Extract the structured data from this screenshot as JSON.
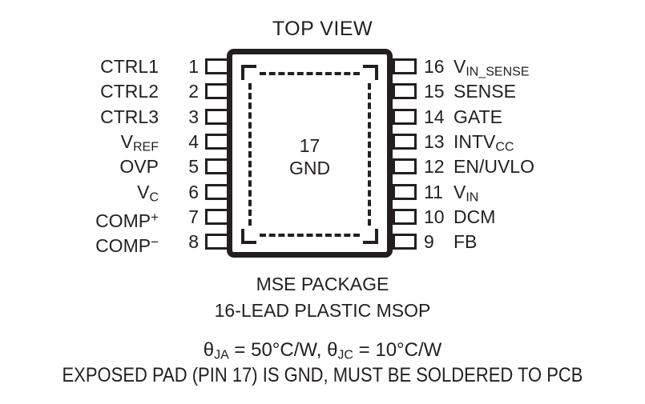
{
  "title": "TOP VIEW",
  "package": {
    "exposed_pad": {
      "pin_number": "17",
      "pin_name": "GND"
    },
    "caption_package": "MSE PACKAGE",
    "caption_leadtype": "16-LEAD PLASTIC MSOP",
    "caption_pad_note": "EXPOSED PAD (PIN 17) IS GND, MUST BE SOLDERED TO PCB",
    "thermal": {
      "theta_ja_symbol": "θ",
      "theta_ja_sub": "JA",
      "theta_ja_value": "= 50°C/W,",
      "theta_jc_symbol": "θ",
      "theta_jc_sub": "JC",
      "theta_jc_value": "= 10°C/W",
      "full_text": "θJA = 50°C/W, θJC = 10°C/W"
    }
  },
  "pins_left": [
    {
      "number": "1",
      "base": "CTRL1",
      "sub": "",
      "sup": ""
    },
    {
      "number": "2",
      "base": "CTRL2",
      "sub": "",
      "sup": ""
    },
    {
      "number": "3",
      "base": "CTRL3",
      "sub": "",
      "sup": ""
    },
    {
      "number": "4",
      "base": "V",
      "sub": "REF",
      "sup": ""
    },
    {
      "number": "5",
      "base": "OVP",
      "sub": "",
      "sup": ""
    },
    {
      "number": "6",
      "base": "V",
      "sub": "C",
      "sup": ""
    },
    {
      "number": "7",
      "base": "COMP",
      "sub": "",
      "sup": "+"
    },
    {
      "number": "8",
      "base": "COMP",
      "sub": "",
      "sup": "−"
    }
  ],
  "pins_right": [
    {
      "number": "16",
      "base": "V",
      "sub": "IN_SENSE",
      "sup": ""
    },
    {
      "number": "15",
      "base": "SENSE",
      "sub": "",
      "sup": ""
    },
    {
      "number": "14",
      "base": "GATE",
      "sub": "",
      "sup": ""
    },
    {
      "number": "13",
      "base": "INTV",
      "sub": "CC",
      "sup": ""
    },
    {
      "number": "12",
      "base": "EN/UVLO",
      "sub": "",
      "sup": ""
    },
    {
      "number": "11",
      "base": "V",
      "sub": "IN",
      "sup": ""
    },
    {
      "number": "10",
      "base": "DCM",
      "sub": "",
      "sup": ""
    },
    {
      "number": "9",
      "base": "FB",
      "sub": "",
      "sup": ""
    }
  ],
  "colors": {
    "ink": "#231f20",
    "background": "#ffffff"
  }
}
